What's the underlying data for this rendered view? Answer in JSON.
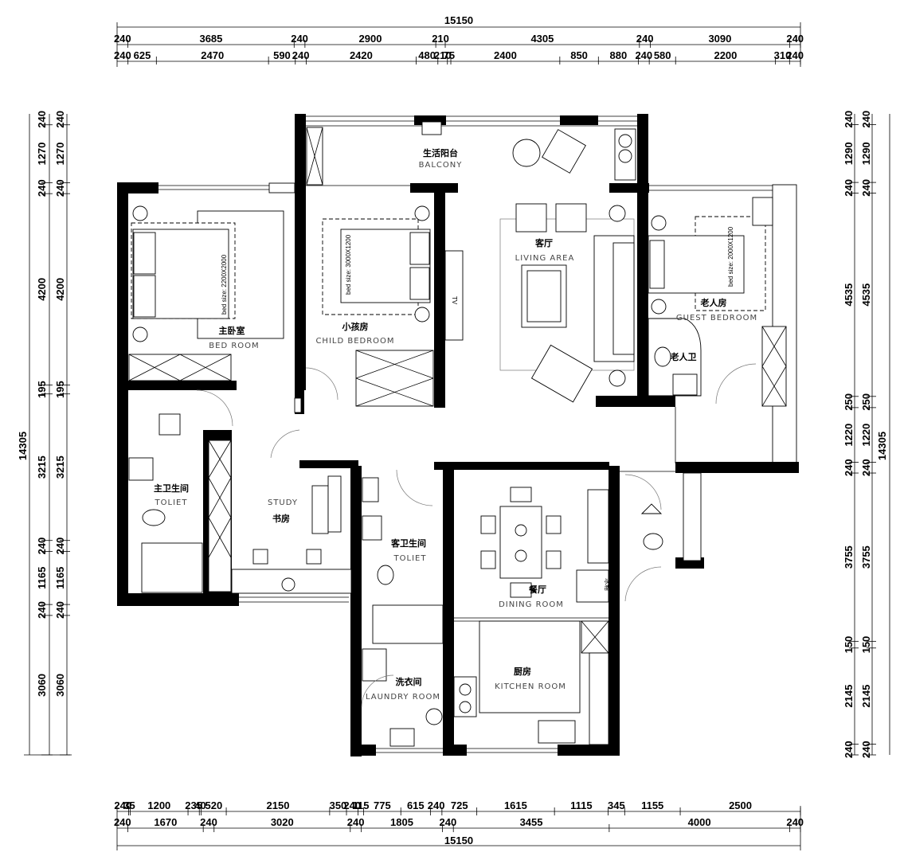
{
  "dimensions": {
    "top_total": "15150",
    "top_row1": [
      "240",
      "3685",
      "240",
      "2900",
      "210",
      "4305",
      "240",
      "3090",
      "240"
    ],
    "top_row2": [
      "240",
      "625",
      "2470",
      "590",
      "240",
      "2420",
      "480",
      "210",
      "75",
      "2400",
      "850",
      "880",
      "240",
      "580",
      "2200",
      "310",
      "240"
    ],
    "bottom_row1": [
      "240",
      "35",
      "1200",
      "235",
      "40",
      "520",
      "2150",
      "350",
      "240",
      "115",
      "775",
      "615",
      "240",
      "725",
      "1615",
      "1115",
      "345",
      "1155",
      "2500"
    ],
    "bottom_row2": [
      "240",
      "1670",
      "240",
      "3020",
      "240",
      "1805",
      "240",
      "3455",
      "4000",
      "240"
    ],
    "bottom_total": "15150",
    "left_total": "14305",
    "left_outer": [
      "240",
      "1270",
      "240",
      "4200",
      "195",
      "3215",
      "240",
      "1165",
      "240",
      "3060"
    ],
    "left_inner": [
      "240",
      "1270",
      "240",
      "4200",
      "195",
      "3215",
      "240",
      "1165",
      "240",
      "3060"
    ],
    "right_total": "14305",
    "right_outer": [
      "240",
      "1290",
      "240",
      "4535",
      "250",
      "1220",
      "240",
      "3755",
      "150",
      "2145",
      "240"
    ],
    "right_inner": [
      "240",
      "1290",
      "240",
      "4535",
      "250",
      "1220",
      "240",
      "3755",
      "150",
      "2145",
      "240"
    ]
  },
  "rooms": {
    "balcony": {
      "cn": "生活阳台",
      "en": "BALCONY"
    },
    "master_bedroom": {
      "cn": "主卧室",
      "en": "BED ROOM"
    },
    "child_bedroom": {
      "cn": "小孩房",
      "en": "CHILD BEDROOM"
    },
    "living_area": {
      "cn": "客厅",
      "en": "LIVING AREA"
    },
    "guest_bedroom": {
      "cn": "老人房",
      "en": "GUEST BEDROOM"
    },
    "elder_bath": {
      "cn": "老人卫"
    },
    "master_toilet": {
      "cn": "主卫生间",
      "en": "TOLIET"
    },
    "study": {
      "cn": "书房",
      "en": "STUDY"
    },
    "guest_toilet": {
      "cn": "客卫生间",
      "en": "TOLIET"
    },
    "dining": {
      "cn": "餐厅",
      "en": "DINING ROOM"
    },
    "kitchen": {
      "cn": "厨房",
      "en": "KITCHEN ROOM"
    },
    "laundry": {
      "cn": "洗衣间",
      "en": "LAUNDRY ROOM"
    }
  },
  "bed_labels": {
    "master": "bed size: 2200X2000",
    "child": "bed size: 3000X1200",
    "guest": "bed size: 2000X1200"
  },
  "tv_label": "TV",
  "fridge_label": "冰箱"
}
